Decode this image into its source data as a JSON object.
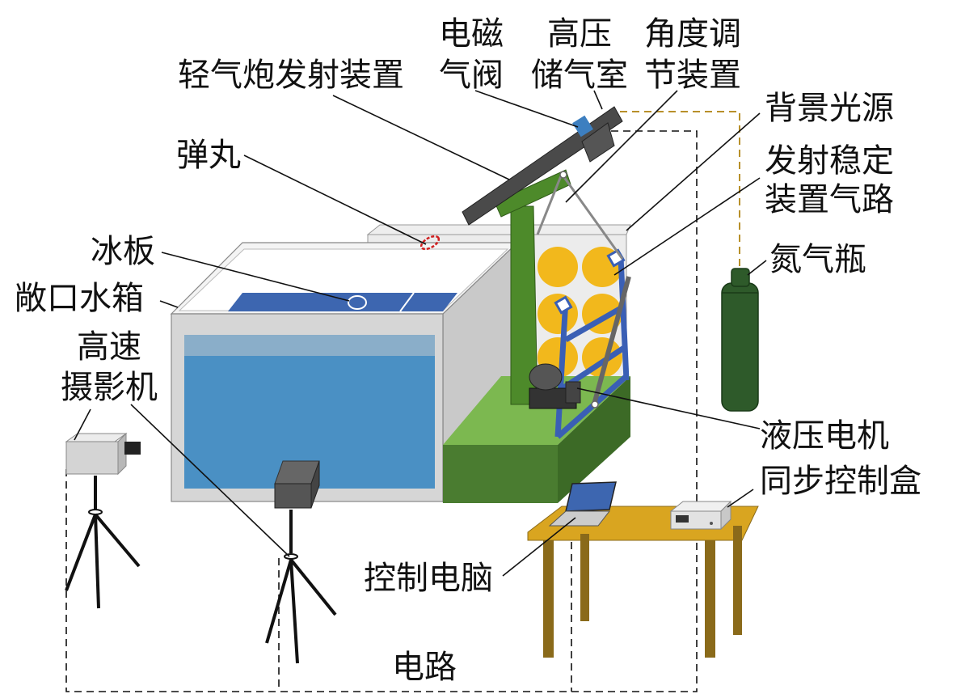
{
  "labels": {
    "solenoid_valve_1": "电磁",
    "solenoid_valve_2": "气阀",
    "hp_chamber_1": "高压",
    "hp_chamber_2": "储气室",
    "angle_adj_1": "角度调",
    "angle_adj_2": "节装置",
    "gas_gun": "轻气炮发射装置",
    "backlight": "背景光源",
    "stabilizer_1": "发射稳定",
    "stabilizer_2": "装置气路",
    "projectile": "弹丸",
    "ice_plate": "冰板",
    "tank": "敞口水箱",
    "camera_1": "高速",
    "camera_2": "摄影机",
    "nitrogen": "氮气瓶",
    "hydraulic_motor": "液压电机",
    "sync_box": "同步控制盒",
    "computer": "控制电脑",
    "circuit": "电路"
  },
  "colors": {
    "water": "#4a90c4",
    "water_top": "#8aaec9",
    "tank_wall": "#d6d6d6",
    "ice": "#3d66b0",
    "gun_green": "#4d8a2a",
    "platform_top": "#7cb850",
    "platform_side": "#4a7c30",
    "lamp_yellow": "#f2b81c",
    "frame_blue": "#3a5fb5",
    "table_top": "#d9a520",
    "table_leg": "#8a6a1a",
    "cylinder": "#2e5a2a",
    "gas_line": "#b8902a",
    "projectile": "#d02020"
  }
}
